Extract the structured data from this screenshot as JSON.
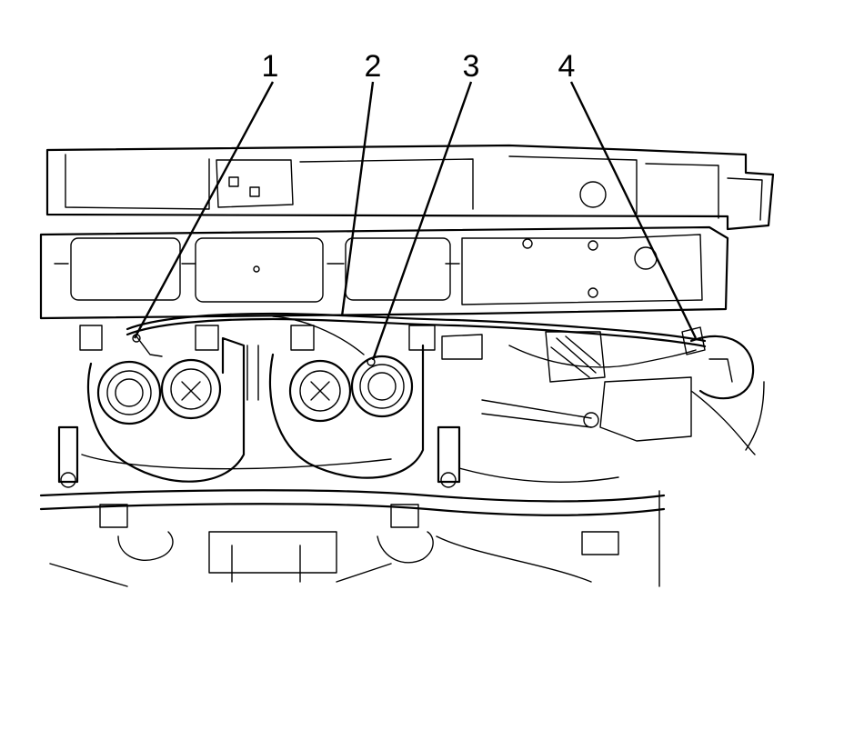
{
  "callouts": [
    {
      "label": "1"
    },
    {
      "label": "2"
    },
    {
      "label": "3"
    },
    {
      "label": "4"
    }
  ],
  "colors": {
    "ink": "#000000",
    "paper": "#ffffff"
  }
}
